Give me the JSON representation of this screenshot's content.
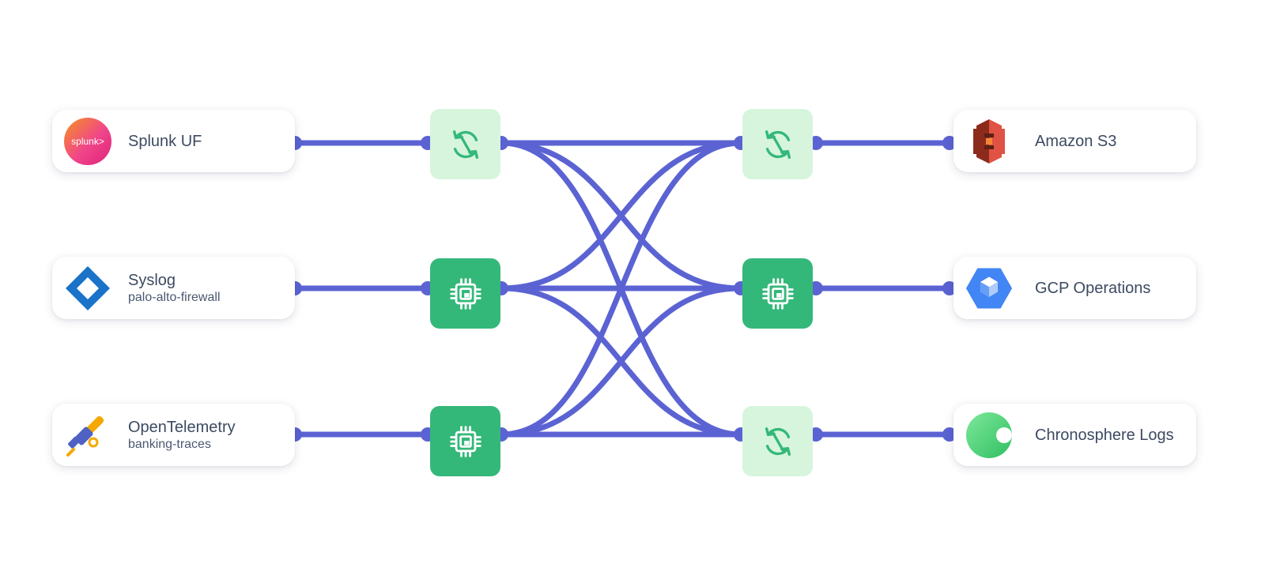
{
  "sources": [
    {
      "title": "Splunk UF",
      "subtitle": "",
      "icon": "splunk-logo"
    },
    {
      "title": "Syslog",
      "subtitle": "palo-alto-firewall",
      "icon": "syslog-diamond-logo"
    },
    {
      "title": "OpenTelemetry",
      "subtitle": "banking-traces",
      "icon": "opentelemetry-logo"
    }
  ],
  "destinations": [
    {
      "title": "Amazon S3",
      "icon": "amazon-s3-logo"
    },
    {
      "title": "GCP Operations",
      "icon": "gcp-operations-logo"
    },
    {
      "title": "Chronosphere Logs",
      "icon": "chronosphere-logo"
    }
  ],
  "splunk_logo_text": "splunk>",
  "left_nodes": [
    "route-icon",
    "processor-chip-icon",
    "processor-chip-icon"
  ],
  "right_nodes": [
    "route-icon",
    "processor-chip-icon",
    "route-icon"
  ],
  "colors": {
    "wire": "#5b63d3",
    "route_bg": "#d6f5dc",
    "route_icon": "#34b87a",
    "processor_bg": "#34b87a",
    "processor_icon": "#ffffff",
    "text": "#3c4a61"
  }
}
